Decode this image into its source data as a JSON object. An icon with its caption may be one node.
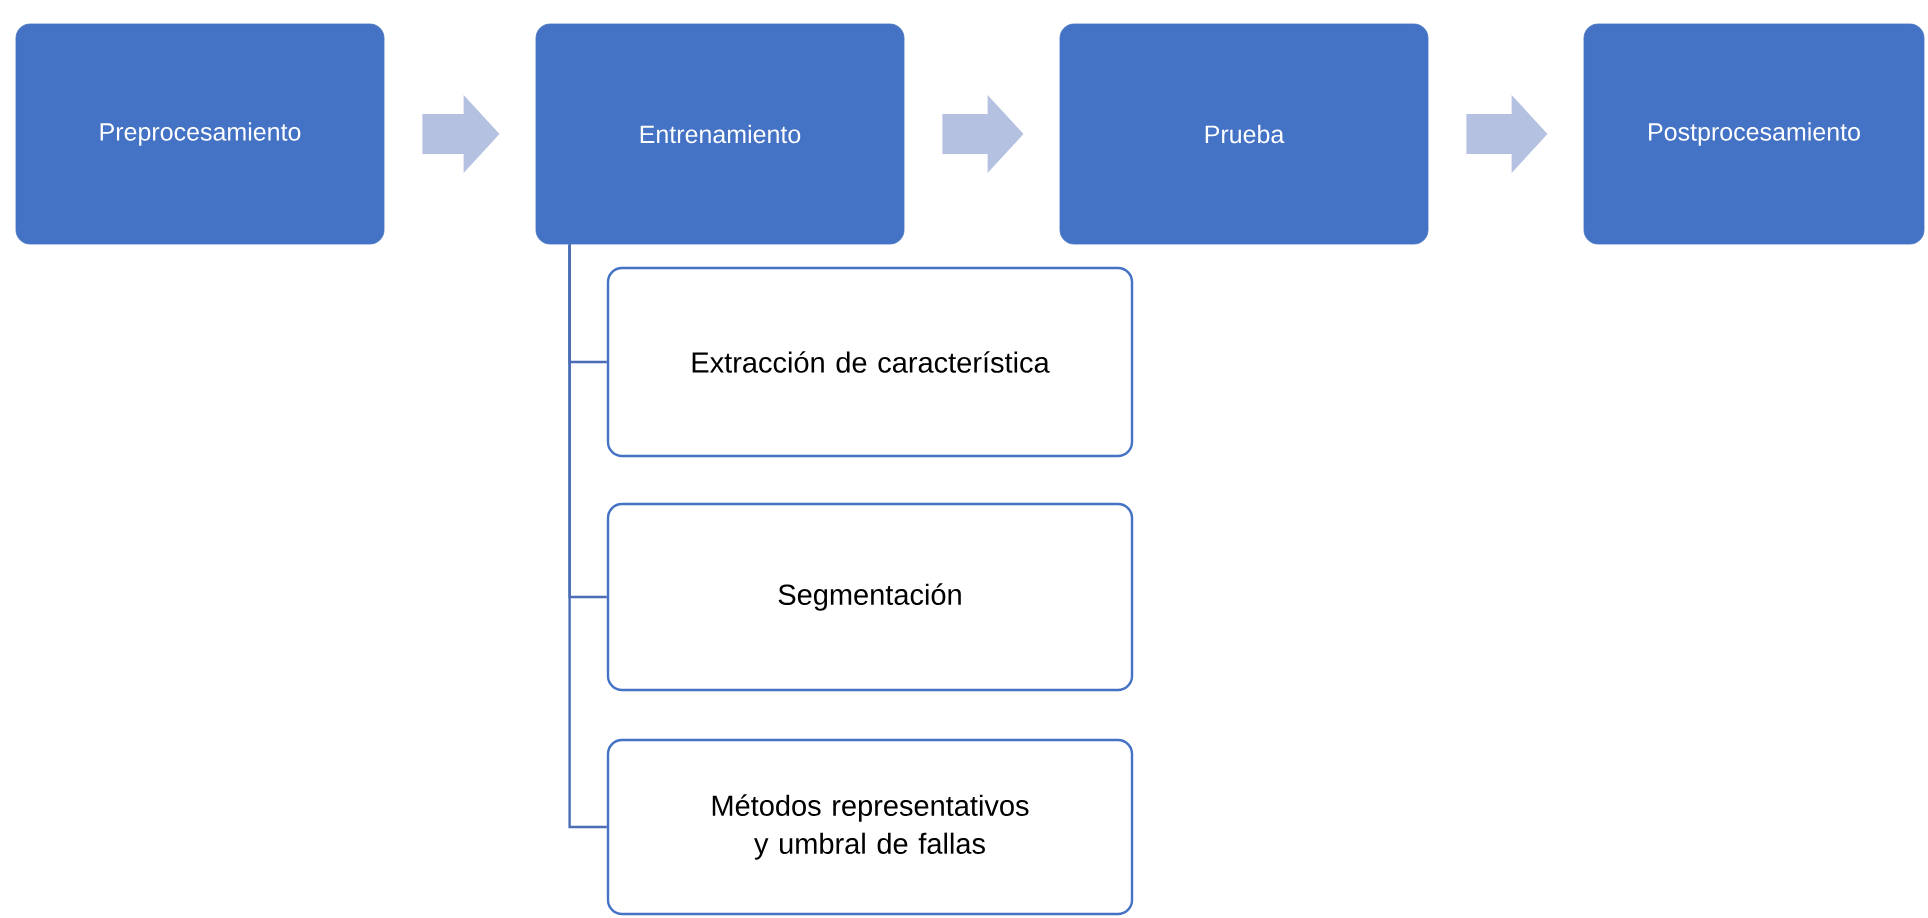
{
  "diagram": {
    "nodes": [
      {
        "text": [
          "Preprocesamiento"
        ]
      },
      {
        "text": [
          "Entrenamiento"
        ]
      },
      {
        "text": [
          "Prueba"
        ]
      },
      {
        "text": [
          "Postprocesamiento"
        ]
      },
      {
        "text": [
          "Extracción de característica"
        ]
      },
      {
        "text": [
          "Segmentación"
        ]
      },
      {
        "text": [
          "Métodos representativos y umbral de fallas"
        ]
      }
    ],
    "edges": [
      {
        "from": 0,
        "to": 1,
        "arrow": "to",
        "style": "thick",
        "color": "#b4c1e1"
      },
      {
        "from": 1,
        "to": 2,
        "arrow": "to",
        "style": "thick",
        "color": "#b4c1e1"
      },
      {
        "from": 2,
        "to": 3,
        "arrow": "to",
        "style": "thick",
        "color": "#b4c1e1"
      },
      {
        "from": 1,
        "to": 4,
        "arrow": "none",
        "color": "#4a6db5"
      },
      {
        "from": 1,
        "to": 5,
        "arrow": "none",
        "color": "#4a6db5"
      },
      {
        "from": 1,
        "to": 6,
        "arrow": "none",
        "color": "#4a6db5"
      }
    ]
  }
}
